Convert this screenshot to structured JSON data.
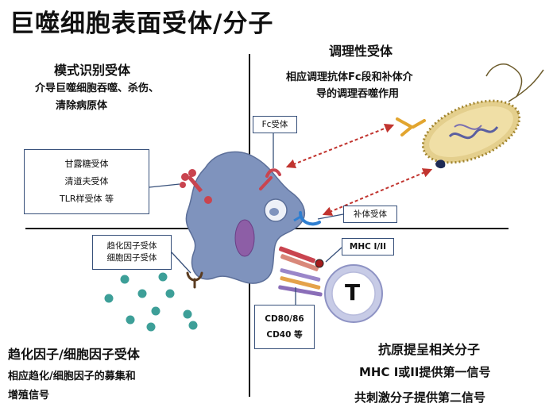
{
  "title": "巨噬细胞表面受体/分子",
  "pattern_receptor": {
    "heading": "模式识别受体",
    "lines": [
      "介导巨噬细胞吞噬、杀伤、",
      "清除病原体"
    ],
    "box": [
      "甘露糖受体",
      "清道夫受体",
      "TLR样受体 等"
    ]
  },
  "opsonic_receptor": {
    "heading": "调理性受体",
    "lines": [
      "相应调理抗体Fc段和补体介",
      "导的调理吞噬作用"
    ]
  },
  "fc_receptor_label": "Fc受体",
  "complement_receptor_label": "补体受体",
  "mhc_label": "MHC I/II",
  "costim_box": [
    "CD80/86",
    "CD40 等"
  ],
  "t_cell_label": "T",
  "chemokine_box": [
    "趋化因子受体",
    "细胞因子受体"
  ],
  "cytokine_receptor": {
    "heading": "趋化因子/细胞因子受体",
    "lines": [
      "相应趋化/细胞因子的募集和",
      "增殖信号"
    ]
  },
  "antigen_presenting": {
    "heading": "抗原提呈相关分子",
    "lines": [
      "MHC I或II提供第一信号",
      "共刺激分子提供第二信号"
    ]
  },
  "colors": {
    "macrophage": "#7f93bd",
    "nucleus": "#8d5ea6",
    "receptor_red": "#c9444f",
    "complement_blue": "#2f7fd1",
    "bacterium": "#e4cf8d",
    "t_cell": "#c7cbe6",
    "chemokine_dots": "#3d9f98",
    "arrow": "#c1342f",
    "axis": "#111111"
  }
}
